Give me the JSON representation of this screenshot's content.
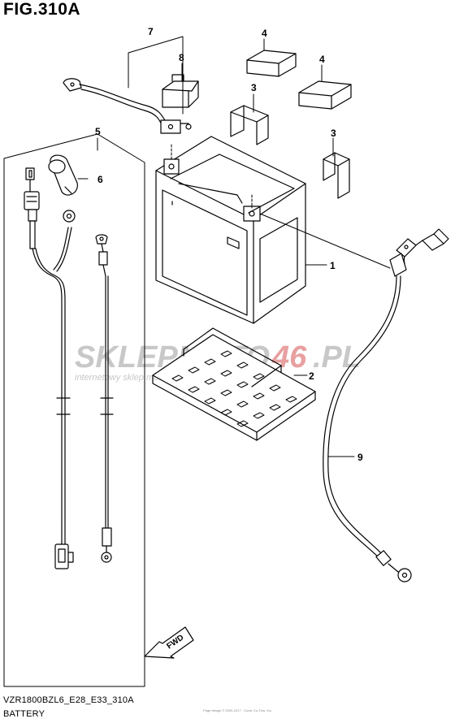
{
  "figure": {
    "title": "FIG.310A",
    "model_code": "VZR1800BZL6_E28_E33_310A",
    "section_name": "BATTERY",
    "fine_print": "Page design © 2000-2017 · Cover Co-Trus, Inc."
  },
  "callouts": {
    "c1": "1",
    "c2": "2",
    "c3a": "3",
    "c3b": "3",
    "c4a": "4",
    "c4b": "4",
    "c5": "5",
    "c6": "6",
    "c7": "7",
    "c8": "8",
    "c9": "9"
  },
  "direction_badge": "FWD",
  "watermark": {
    "brand_part1": "SKLEPMOTO",
    "brand_part2": "46",
    "brand_part3": ".PL",
    "tagline": "internetowy sklep motocyklowy",
    "color_gray": "#c8c8c8",
    "color_red": "#e8a0a0"
  }
}
